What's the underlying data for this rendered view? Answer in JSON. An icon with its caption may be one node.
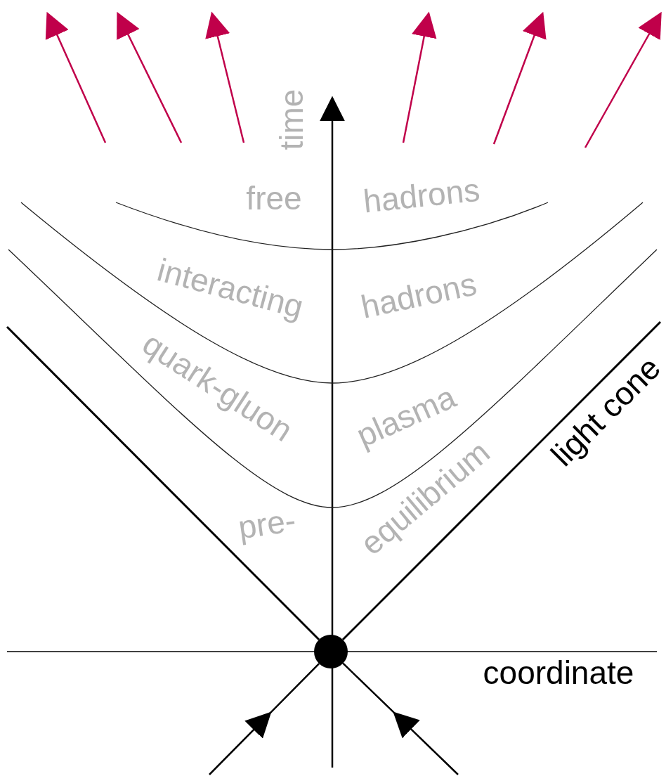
{
  "diagram": {
    "nodes": [
      {
        "text": [],
        "shape": "circle"
      }
    ],
    "labels": [
      "time",
      "free",
      "hadrons",
      "interacting",
      "hadrons",
      "quark-gluon",
      "plasma",
      "pre-",
      "equilibrium",
      "light cone",
      "coordinate"
    ]
  }
}
